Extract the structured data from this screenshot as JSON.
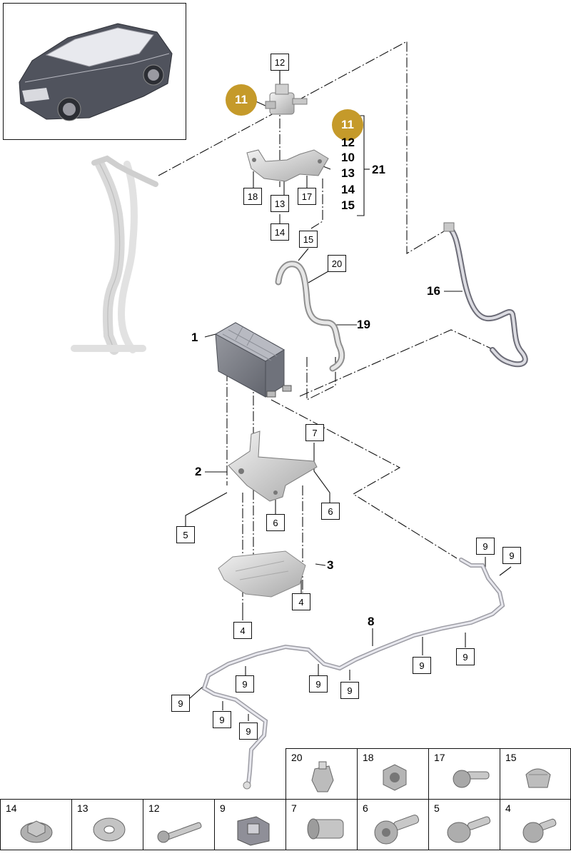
{
  "callouts": {
    "c12_top": "12",
    "c18": "18",
    "c17": "17",
    "c13": "13",
    "c14": "14",
    "c15": "15",
    "c20": "20",
    "c7": "7",
    "c6_right": "6",
    "c6_mid": "6",
    "c5": "5",
    "c4_right": "4",
    "c4_left": "4",
    "c9_a": "9",
    "c9_b": "9",
    "c9_c": "9",
    "c9_d": "9",
    "c9_e": "9",
    "c9_f": "9",
    "c9_g": "9",
    "c9_h": "9",
    "c9_i": "9",
    "c9_j": "9"
  },
  "bold_labels": {
    "b1": "1",
    "b2": "2",
    "b3": "3",
    "b8": "8",
    "b16": "16",
    "b19": "19",
    "b10": "10",
    "b12": "12",
    "b13": "13",
    "b14": "14",
    "b15": "15",
    "b21": "21"
  },
  "badges": {
    "left": "11",
    "right": "11"
  },
  "parts_row_top": [
    {
      "num": "20",
      "icon": "clip-icon"
    },
    {
      "num": "18",
      "icon": "hex-nut-icon"
    },
    {
      "num": "17",
      "icon": "bolt-icon"
    },
    {
      "num": "15",
      "icon": "clip-icon"
    }
  ],
  "parts_row_bottom": [
    {
      "num": "14",
      "icon": "flange-nut-icon"
    },
    {
      "num": "13",
      "icon": "washer-icon"
    },
    {
      "num": "12",
      "icon": "long-bolt-icon"
    },
    {
      "num": "9",
      "icon": "clip-icon"
    },
    {
      "num": "7",
      "icon": "rivet-nut-icon"
    },
    {
      "num": "6",
      "icon": "torx-bolt-icon"
    },
    {
      "num": "5",
      "icon": "flange-bolt-icon"
    },
    {
      "num": "4",
      "icon": "short-bolt-icon"
    }
  ]
}
